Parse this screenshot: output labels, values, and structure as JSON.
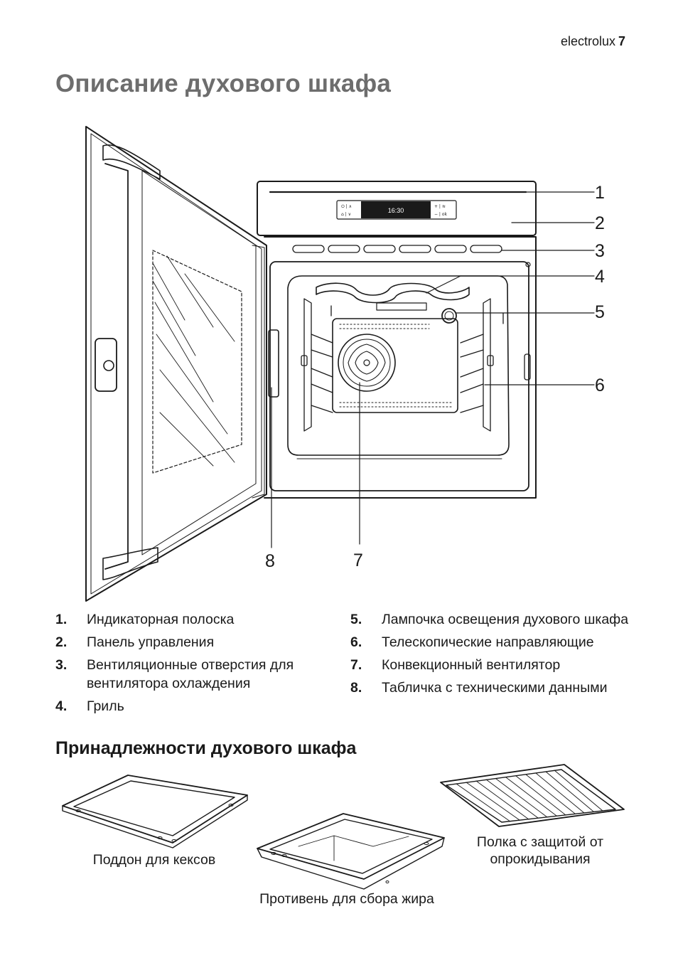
{
  "header": {
    "brand": "electrolux",
    "page_number": "7"
  },
  "title": "Описание духового шкафа",
  "panel": {
    "time": "16:30"
  },
  "callouts": [
    "1",
    "2",
    "3",
    "4",
    "5",
    "6",
    "7",
    "8"
  ],
  "legend": [
    {
      "num": "1.",
      "text": "Индикаторная полоска"
    },
    {
      "num": "2.",
      "text": "Панель управления"
    },
    {
      "num": "3.",
      "text": "Вентиляционные отверстия для вентилятора охлаждения"
    },
    {
      "num": "4.",
      "text": "Гриль"
    },
    {
      "num": "5.",
      "text": "Лампочка освещения духового шкафа"
    },
    {
      "num": "6.",
      "text": "Телескопические направляющие"
    },
    {
      "num": "7.",
      "text": "Конвекционный вентилятор"
    },
    {
      "num": "8.",
      "text": "Табличка с техническими данными"
    }
  ],
  "accessories": {
    "heading": "Принадлежности духового шкафа",
    "items": [
      {
        "label": "Поддон для кексов"
      },
      {
        "label": "Противень для сбора жира"
      },
      {
        "label": "Полка с защитой от опрокидывания"
      }
    ]
  }
}
